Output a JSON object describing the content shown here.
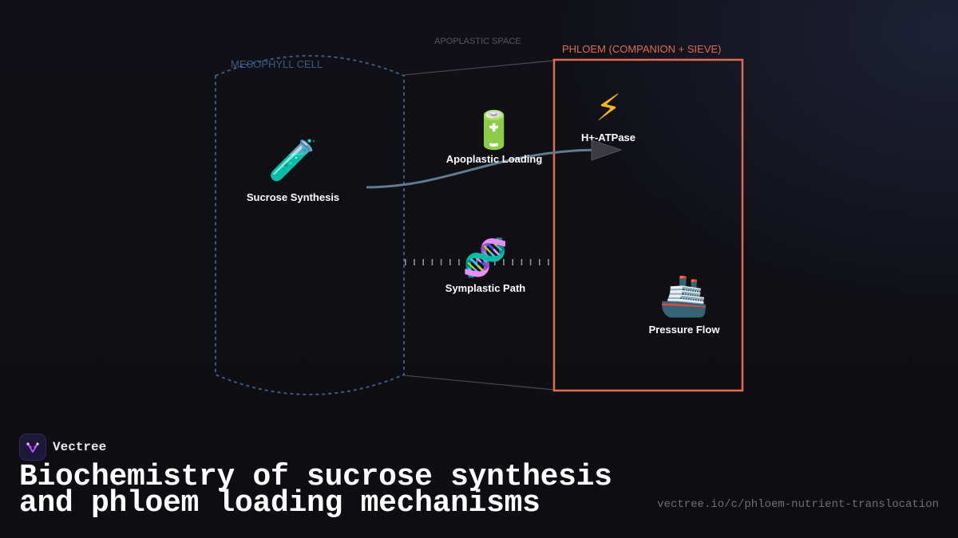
{
  "diagram": {
    "regions": {
      "mesophyll": "MESOPHYLL CELL",
      "apoplastic": "APOPLASTIC SPACE",
      "phloem": "PHLOEM (COMPANION + SIEVE)"
    },
    "nodes": {
      "sucrose_synthesis": {
        "icon": "test-tube-icon",
        "glyph": "🧪",
        "label": "Sucrose Synthesis"
      },
      "apoplastic_loading": {
        "icon": "battery-icon",
        "glyph": "🔋",
        "label": "Apoplastic Loading"
      },
      "h_atpase": {
        "icon": "lightning-icon",
        "glyph": "⚡",
        "label": "H+-ATPase"
      },
      "symplastic_path": {
        "icon": "dna-icon",
        "glyph": "🧬",
        "label": "Symplastic Path"
      },
      "pressure_flow": {
        "icon": "ship-icon",
        "glyph": "🚢",
        "label": "Pressure Flow"
      }
    },
    "colors": {
      "mesophyll": "#3d5a85",
      "phloem": "#e06a52",
      "arrow": "#607a8e",
      "dotted_path": "#8a97a3",
      "background": "#0f0f13"
    }
  },
  "footer": {
    "brand": "Vectree",
    "brand_icon": "vectree-logo-icon",
    "title_line1": "Biochemistry of sucrose synthesis",
    "title_line2": "and phloem loading mechanisms",
    "url": "vectree.io/c/phloem-nutrient-translocation"
  }
}
